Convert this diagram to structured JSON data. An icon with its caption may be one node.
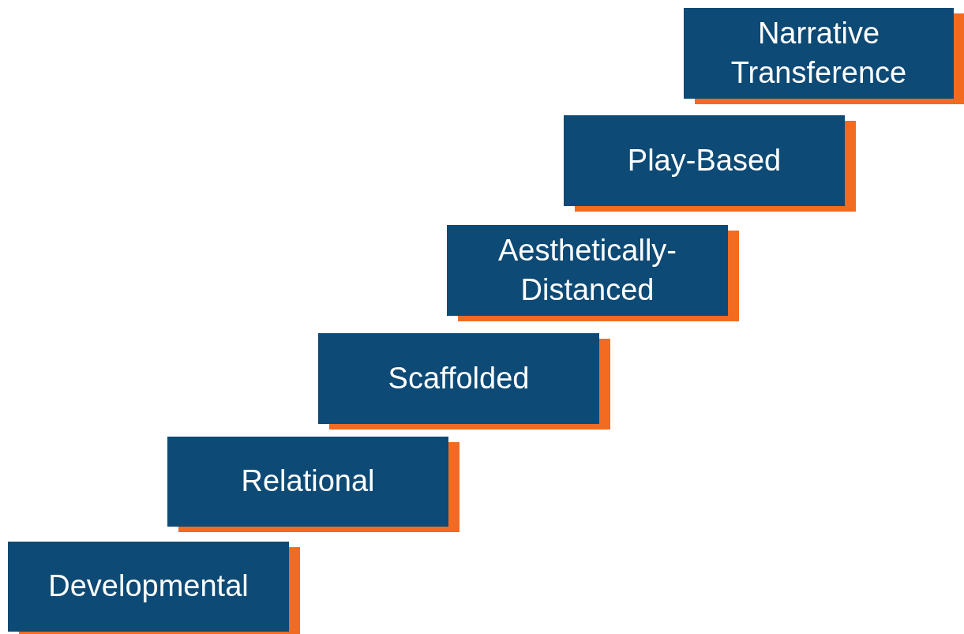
{
  "diagram": {
    "nodes": [
      {
        "text": [
          "Developmental"
        ]
      },
      {
        "text": [
          "Relational"
        ]
      },
      {
        "text": [
          "Scaffolded"
        ]
      },
      {
        "text": [
          "Aesthetically-Distanced"
        ]
      },
      {
        "text": [
          "Play-Based"
        ]
      },
      {
        "text": [
          "Narrative Transference"
        ]
      }
    ]
  }
}
